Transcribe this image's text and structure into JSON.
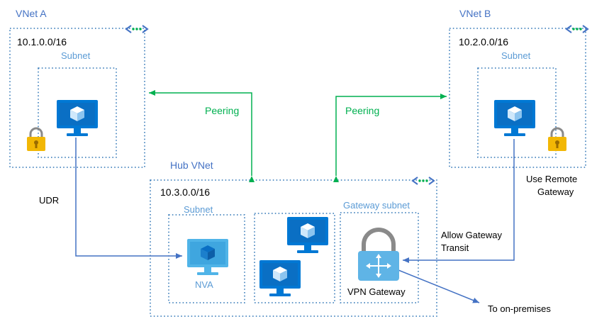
{
  "vnet_a": {
    "title": "VNet A",
    "cidr": "10.1.0.0/16",
    "subnet": "Subnet"
  },
  "vnet_b": {
    "title": "VNet B",
    "cidr": "10.2.0.0/16",
    "subnet": "Subnet"
  },
  "hub": {
    "title": "Hub VNet",
    "cidr": "10.3.0.0/16",
    "subnet": "Subnet",
    "gateway_subnet": "Gateway subnet",
    "nva": "NVA",
    "vpn_gateway": "VPN Gateway"
  },
  "links": {
    "peering_left": "Peering",
    "peering_right": "Peering",
    "udr": "UDR",
    "remote_gateway_1": "Use Remote",
    "remote_gateway_2": "Gateway",
    "gateway_transit_1": "Allow Gateway",
    "gateway_transit_2": "Transit",
    "on_premises": "To on-premises"
  },
  "colors": {
    "vnet_border": "#2e75b6",
    "subnet_border": "#2e75b6",
    "peering": "#00b050",
    "route": "#4472c4",
    "monitor": "#0078d4",
    "nva_monitor": "#50b4e8",
    "lock": "#f2b705",
    "peering_icon": "#00b050"
  },
  "icons": [
    "monitor-vm-icon",
    "lock-icon",
    "peering-icon",
    "vpn-gateway-icon"
  ]
}
